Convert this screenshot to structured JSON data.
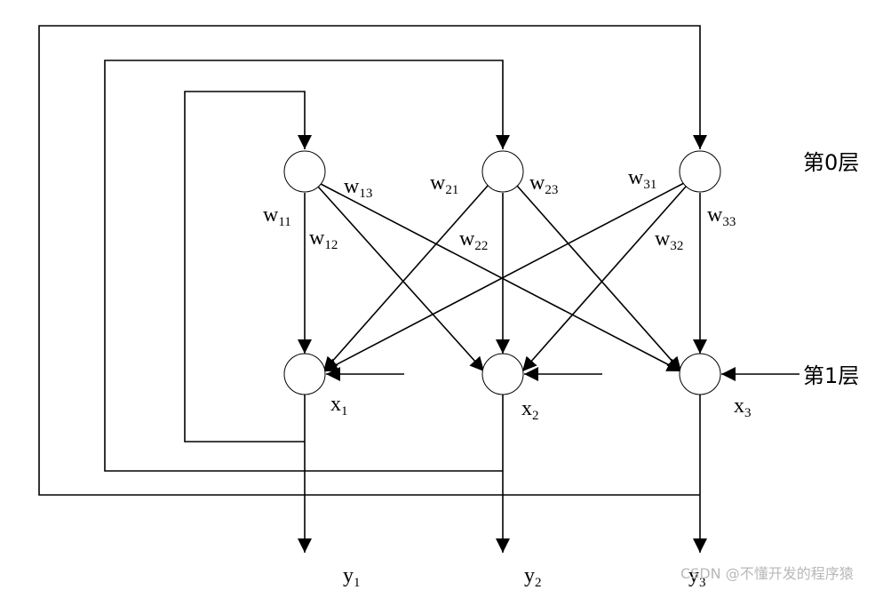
{
  "layers": {
    "top": "第0层",
    "bottom": "第1层"
  },
  "weights": {
    "w11": {
      "base": "w",
      "sub": "11"
    },
    "w12": {
      "base": "w",
      "sub": "12"
    },
    "w13": {
      "base": "w",
      "sub": "13"
    },
    "w21": {
      "base": "w",
      "sub": "21"
    },
    "w22": {
      "base": "w",
      "sub": "22"
    },
    "w23": {
      "base": "w",
      "sub": "23"
    },
    "w31": {
      "base": "w",
      "sub": "31"
    },
    "w32": {
      "base": "w",
      "sub": "32"
    },
    "w33": {
      "base": "w",
      "sub": "33"
    }
  },
  "inputs": {
    "x1": {
      "base": "x",
      "sub": "1"
    },
    "x2": {
      "base": "x",
      "sub": "2"
    },
    "x3": {
      "base": "x",
      "sub": "3"
    }
  },
  "outputs": {
    "y1": {
      "base": "y",
      "sub": "1"
    },
    "y2": {
      "base": "y",
      "sub": "2"
    },
    "y3": {
      "base": "y",
      "sub": "3"
    }
  },
  "watermark": "CSDN @不懂开发的程序猿"
}
